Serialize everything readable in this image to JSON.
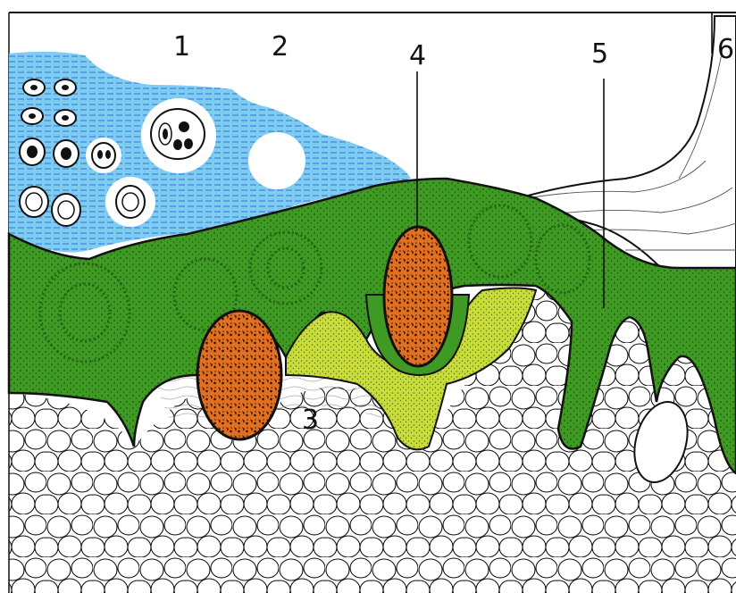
{
  "labels": [
    "1",
    "2",
    "3",
    "4",
    "5",
    "6"
  ],
  "colors": {
    "fluid": "#7ccdf0",
    "tissue_green": "#3f9a24",
    "tissue_dark": "#1c4d10",
    "yellow_region": "#c8dc3a",
    "body_orange": "#e06a1c",
    "body_dark": "#3a1a08",
    "cells_outline": "#111111",
    "background": "#ffffff"
  }
}
